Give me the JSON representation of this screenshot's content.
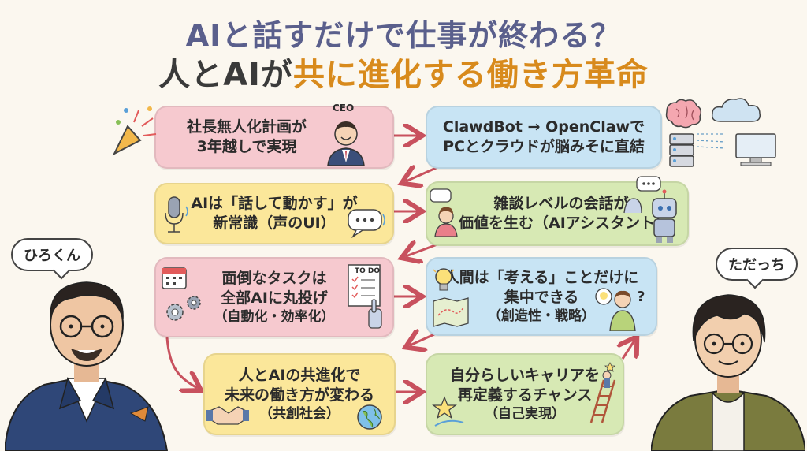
{
  "title": {
    "line1": "AIと話すだけで仕事が終わる？",
    "line2_prefix": "人とAIが",
    "line2_highlight": "共に進化する働き方革命"
  },
  "cards": [
    {
      "id": "c1",
      "line1": "社長無人化計画が",
      "line2": "3年越しで実現"
    },
    {
      "id": "c2",
      "line1": "ClawdBot → OpenClawで",
      "line2": "PCとクラウドが脳みそに直結"
    },
    {
      "id": "c3",
      "line1": "AIは「話して動かす」が",
      "line2": "新常識（声のUI）"
    },
    {
      "id": "c4",
      "line1": "雑談レベルの会話が",
      "line2": "価値を生む（AIアシスタント）"
    },
    {
      "id": "c5",
      "line1": "面倒なタスクは",
      "line2": "全部AIに丸投げ",
      "line3": "（自動化・効率化）"
    },
    {
      "id": "c6",
      "line1": "人間は「考える」ことだけに",
      "line2": "集中できる",
      "line3": "（創造性・戦略）"
    },
    {
      "id": "c7",
      "line1": "人とAIの共進化で",
      "line2": "未来の働き方が変わる",
      "line3": "（共創社会）"
    },
    {
      "id": "c8",
      "line1": "自分らしいキャリアを",
      "line2": "再定義するチャンス",
      "line3": "（自己実現）"
    }
  ],
  "labels": {
    "ceo": "CEO",
    "todo": "TO DO",
    "question": "?"
  },
  "characters": {
    "left_name": "ひろくん",
    "right_name": "ただっち"
  },
  "colors": {
    "pink": "#f6c9cf",
    "blue": "#c8e4f4",
    "yellow": "#fbe79a",
    "green": "#d7e9b4",
    "title": "#5a5f8c",
    "accent": "#d88a1c"
  },
  "icons": [
    "party-popper-icon",
    "ceo-icon",
    "brain-icon",
    "cloud-icon",
    "server-icon",
    "computer-icon",
    "microphone-icon",
    "speech-bubble-icon",
    "chat-icon",
    "robot-icon",
    "calendar-icon",
    "gear-icon",
    "todo-list-icon",
    "robot-hand-icon",
    "lightbulb-icon",
    "map-icon",
    "thinker-icon",
    "handshake-icon",
    "globe-icon",
    "star-icon",
    "ladder-icon"
  ]
}
